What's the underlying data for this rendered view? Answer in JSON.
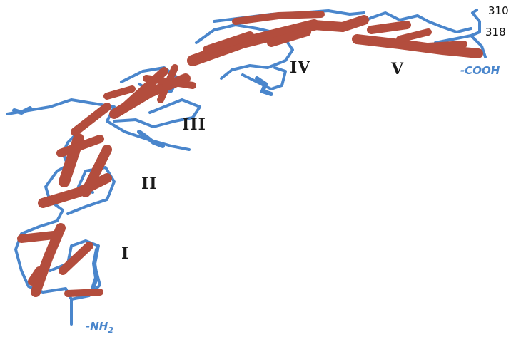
{
  "colors": {
    "helix": "#b34d3d",
    "coil": "#4a86cc",
    "label": "#1a1a1a",
    "terminal": "#4a86cc",
    "residue": "#111111"
  },
  "domains": [
    {
      "id": "domain-i",
      "label": "I"
    },
    {
      "id": "domain-ii",
      "label": "II"
    },
    {
      "id": "domain-iii",
      "label": "III"
    },
    {
      "id": "domain-iv",
      "label": "IV"
    },
    {
      "id": "domain-v",
      "label": "V"
    }
  ],
  "termini": {
    "n_terminus": "-NH",
    "n_subscript": "2",
    "c_terminus": "-COOH"
  },
  "residues": {
    "first": "310",
    "second": "318"
  }
}
